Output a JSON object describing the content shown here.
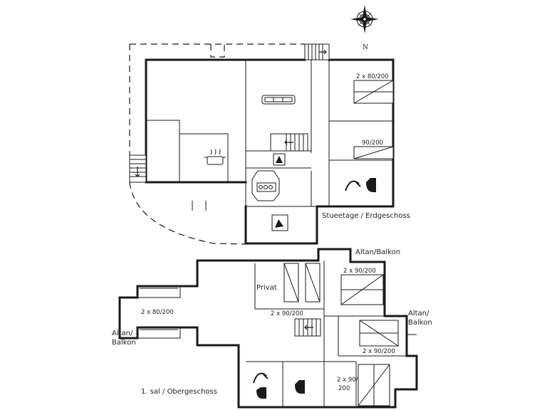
{
  "compass": {
    "north_label": "N",
    "icon": "compass-rose-icon"
  },
  "floors": {
    "ground": {
      "title": "Stueetage / Erdgeschoss",
      "beds": [
        {
          "label": "2 x 80/200"
        },
        {
          "label": "90/200"
        }
      ],
      "icons": [
        "stairs-icon",
        "sofa-icon",
        "kitchen-pot-icon",
        "fireplace-icon",
        "sauna-icon",
        "shower-icon",
        "toilet-icon"
      ]
    },
    "upper": {
      "title": "1. sal / Obergeschoss",
      "private_label": "Privat",
      "balconies": [
        {
          "label_line1": "Altan/Balkon",
          "label_line2": ""
        },
        {
          "label_line1": "Altan/",
          "label_line2": "Balkon"
        },
        {
          "label_line1": "Altan/",
          "label_line2": "Balkon"
        }
      ],
      "beds": [
        {
          "label": "2 x 90/200"
        },
        {
          "label": "2 x 80/200"
        },
        {
          "label": "2 x 90/200"
        },
        {
          "label": "2 x 90/200"
        },
        {
          "label_line1": "2 x 90/",
          "label_line2": "200"
        }
      ],
      "icons": [
        "stairs-icon",
        "shower-icon",
        "toilet-icon",
        "toilet-icon"
      ]
    }
  }
}
